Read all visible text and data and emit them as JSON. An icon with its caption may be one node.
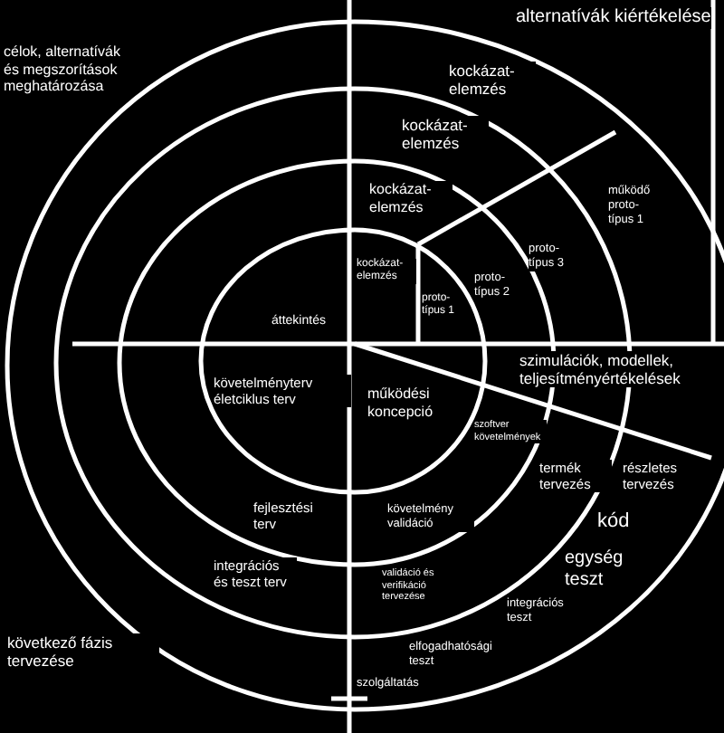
{
  "diagram": {
    "labels": [
      "alternatívák kiértékelése",
      "célok, alternatívák és megszorítások meghatározása",
      "kockázat-elemzés",
      "kockázat-elemzés",
      "kockázat-elemzés",
      "működő proto-típus 1",
      "proto-típus 3",
      "kockázat-elemzés",
      "proto-típus 2",
      "proto-típus 1",
      "áttekintés",
      "szimulációk, modellek, teljesítményértékelések",
      "követelményterv életciklus terv",
      "működési koncepció",
      "szoftver követelmények",
      "termék tervezés",
      "részletes tervezés",
      "fejlesztési terv",
      "követelmény validáció",
      "kód",
      "egység teszt",
      "következő fázis tervezése",
      "integrációs és teszt terv",
      "validáció és verifikáció tervezése",
      "integrációs teszt",
      "elfogadhatósági teszt",
      "szolgáltatás"
    ]
  }
}
